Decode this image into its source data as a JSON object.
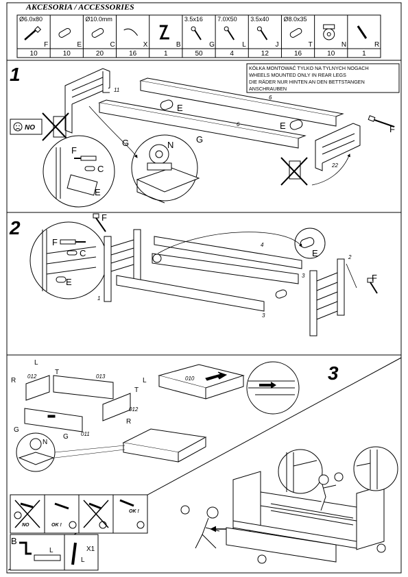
{
  "header": {
    "title": "AKCESORIA / ACCESSORIES"
  },
  "accessories": [
    {
      "size": "Ø6.0x80",
      "letter": "F",
      "qty": "10",
      "icon": "bolt-icon"
    },
    {
      "size": "",
      "letter": "E",
      "qty": "10",
      "icon": "barrel-nut-icon"
    },
    {
      "size": "Ø10.0mm",
      "letter": "C",
      "qty": "20",
      "icon": "dowel-icon"
    },
    {
      "size": "",
      "letter": "X",
      "qty": "16",
      "icon": "hook-icon"
    },
    {
      "size": "",
      "letter": "B",
      "qty": "1",
      "icon": "allen-key-icon"
    },
    {
      "size": "3.5x16",
      "letter": "G",
      "qty": "50",
      "icon": "screw-small-icon"
    },
    {
      "size": "7.0X50",
      "letter": "L",
      "qty": "4",
      "icon": "confirmat-screw-icon"
    },
    {
      "size": "3.5x40",
      "letter": "J",
      "qty": "12",
      "icon": "screw-long-icon"
    },
    {
      "size": "Ø8.0x35",
      "letter": "T",
      "qty": "16",
      "icon": "wood-dowel-icon"
    },
    {
      "size": "",
      "letter": "N",
      "qty": "10",
      "icon": "caster-wheel-icon"
    },
    {
      "size": "",
      "letter": "R",
      "qty": "1",
      "icon": "wrench-icon"
    }
  ],
  "step1": {
    "number": "1",
    "warning_lines": [
      "KÓŁKA MONTOWAĆ TYLKO NA TYLNYCH NOGACH",
      "WHEELS MOUNTED ONLY IN REAR LEGS",
      "DIE RÄDER NUR HINTEN AN DEN BETTSTANGEN",
      "ANSCHRAUBEN"
    ],
    "no_label": "NO",
    "labels": {
      "part_6a": "6",
      "part_6b": "6",
      "part_11": "11",
      "part_22": "22",
      "e1": "E",
      "e2": "E",
      "e3": "E",
      "f1": "F",
      "f2": "F",
      "c1": "C",
      "g1": "G",
      "g2": "G",
      "n1": "N"
    }
  },
  "step2": {
    "number": "2",
    "labels": {
      "f1": "F",
      "f2": "F",
      "f3": "F",
      "c1": "C",
      "e1": "E",
      "e2": "E",
      "p1": "1",
      "p2": "2",
      "p3a": "3",
      "p3b": "3",
      "p4": "4"
    }
  },
  "step3": {
    "number": "3",
    "labels": {
      "l1": "L",
      "l2": "L",
      "r1": "R",
      "r2": "R",
      "t1": "T",
      "t2": "T",
      "g1": "G",
      "g2": "G",
      "n1": "N",
      "b1": "B",
      "x1": "X1",
      "p010": "010",
      "p011": "011",
      "p012a": "012",
      "p012b": "012",
      "p013": "013",
      "no1": "NO",
      "ok1": "OK !",
      "ok2": "OK !"
    }
  }
}
